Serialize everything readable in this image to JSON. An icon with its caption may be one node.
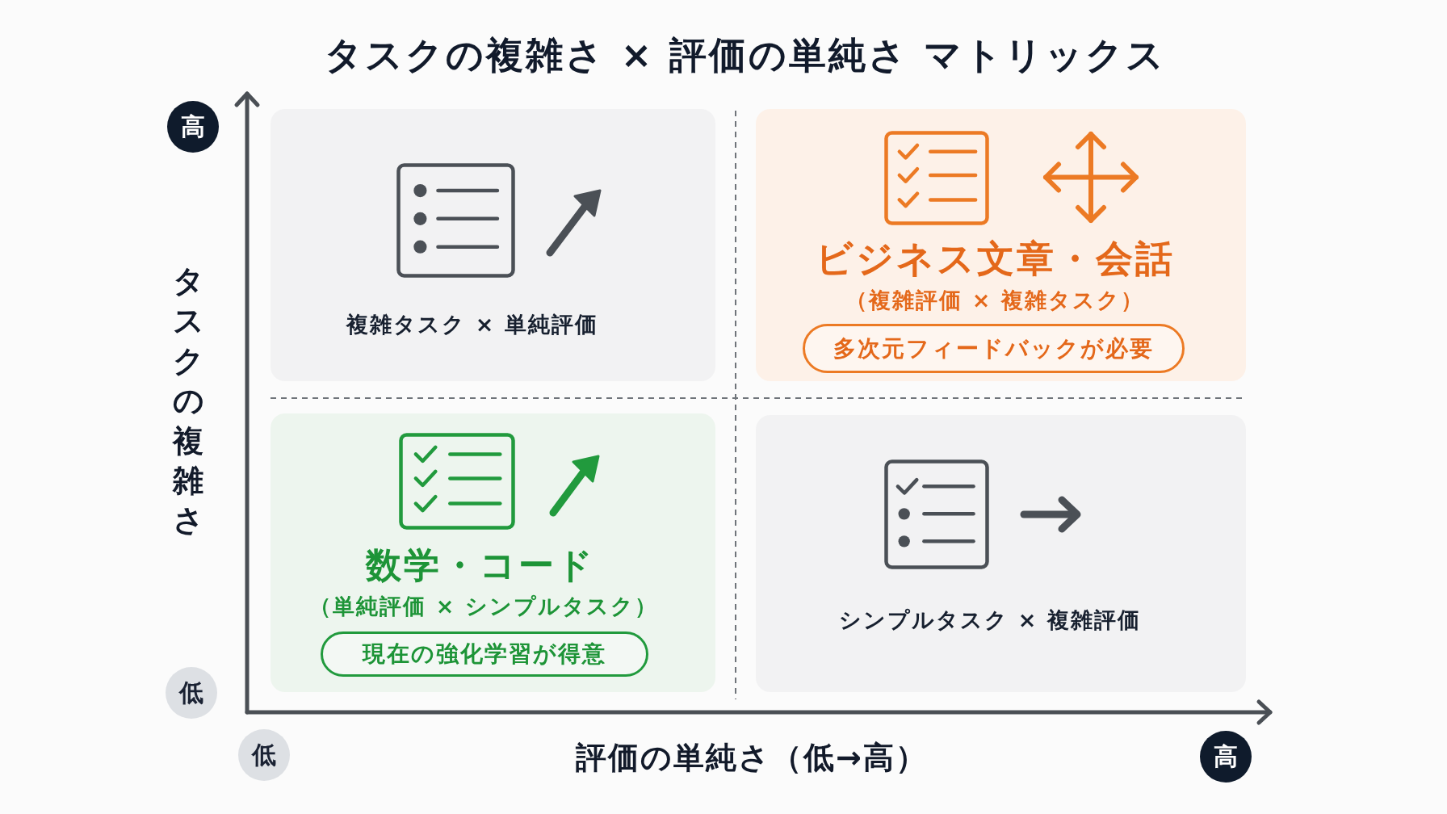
{
  "diagram": {
    "title": "タスクの複雑さ × 評価の単純さ マトリックス",
    "nodes": [
      {
        "text": [
          "高"
        ]
      },
      {
        "text": [
          "複雑タスク × 単純評価"
        ]
      },
      {
        "text": [
          "ビジネス文章・会話",
          "（複雑評価 × 複雑タスク）"
        ]
      },
      {
        "text": [
          "多次元フィードバックが必要"
        ],
        "in": 2
      },
      {
        "text": [
          "数学・コード",
          "（単純評価 × シンプルタスク）"
        ]
      },
      {
        "text": [
          "現在の強化学習が得意"
        ],
        "in": 4
      },
      {
        "text": [
          "シンプルタスク × 複雑評価"
        ]
      },
      {
        "text": [
          "低"
        ]
      },
      {
        "text": [
          "低"
        ]
      },
      {
        "text": [
          "高"
        ]
      }
    ],
    "labels": [
      "タスクの複雑さ",
      "評価の単純さ（低→高）"
    ]
  }
}
